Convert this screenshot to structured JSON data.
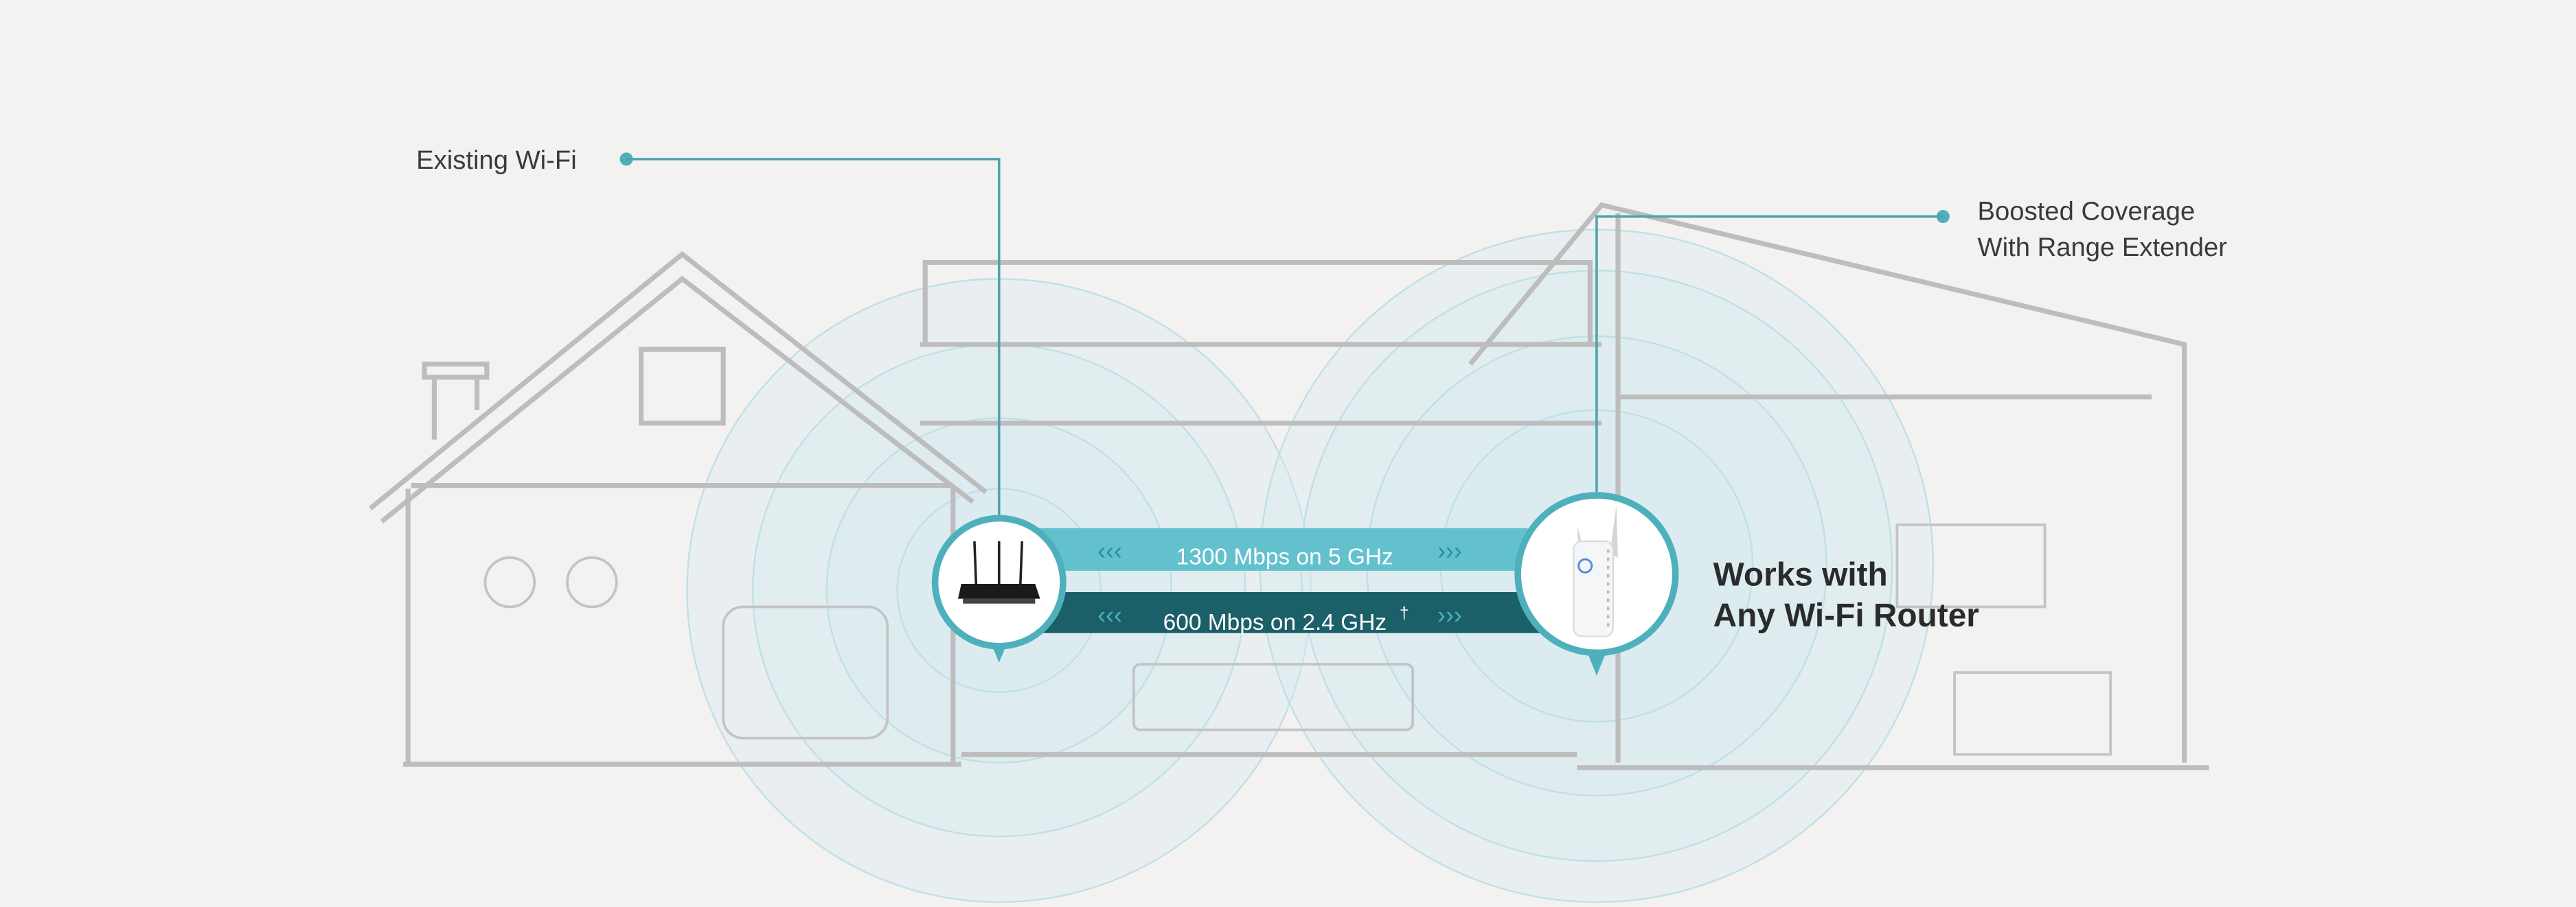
{
  "labels": {
    "existing_wifi": "Existing Wi-Fi",
    "boosted_line1": "Boosted Coverage",
    "boosted_line2": "With Range Extender",
    "works_line1": "Works with",
    "works_line2": "Any Wi-Fi Router"
  },
  "bands": {
    "band_5ghz": "1300 Mbps on 5 GHz",
    "band_24ghz": "600 Mbps on 2.4 GHz",
    "footnote_mark": "†",
    "arrows_left": "‹‹‹",
    "arrows_right": "›››"
  },
  "colors": {
    "accent": "#4fb0bd",
    "band_light": "#62c1cd",
    "band_dark": "#1b5f68",
    "coverage": "#cfe9ee"
  }
}
